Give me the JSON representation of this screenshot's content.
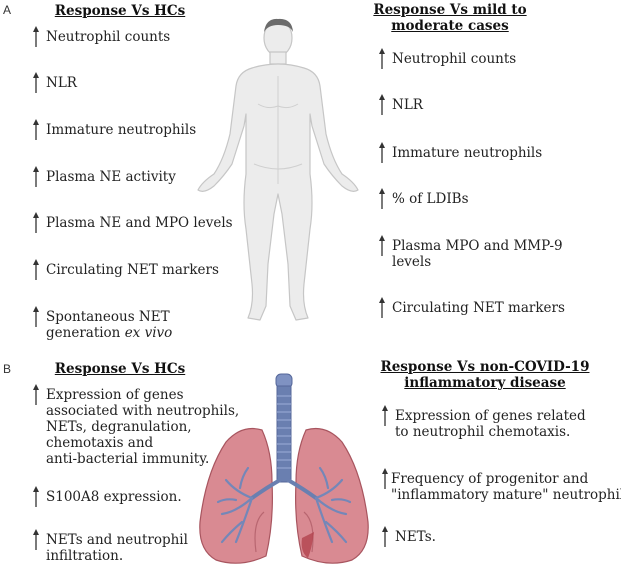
{
  "panel_a": {
    "label": "A",
    "left_heading": "Response Vs HCs",
    "left_items": [
      "Neutrophil counts",
      "NLR",
      "Immature neutrophils",
      "Plasma NE activity",
      "Plasma NE and MPO levels",
      "Circulating NET markers"
    ],
    "left_last_line1": "Spontaneous NET",
    "left_last_line2": "generation ",
    "left_last_italic": "ex vivo",
    "right_heading_line1": "Response Vs mild to",
    "right_heading_line2": "moderate cases",
    "right_items": [
      "Neutrophil counts",
      "NLR",
      "Immature neutrophils",
      "% of LDIBs"
    ],
    "right_multi": [
      "Plasma MPO and MMP-9",
      "levels"
    ],
    "right_last": "Circulating NET markers"
  },
  "panel_b": {
    "label": "B",
    "left_heading": "Response Vs HCs",
    "left_item1": [
      "Expression of genes",
      "associated with neutrophils,",
      "NETs, degranulation,",
      "chemotaxis and",
      "anti-bacterial immunity."
    ],
    "left_item2": "S100A8 expression.",
    "left_item3": [
      "NETs and neutrophil",
      "infiltration."
    ],
    "right_heading_line1": "Response Vs non-COVID-19",
    "right_heading_line2": "inflammatory disease",
    "right_item1": [
      "Expression of genes related",
      "to neutrophil chemotaxis."
    ],
    "right_item2": [
      "Frequency of progenitor and",
      "\"inflammatory mature\" neutrophils."
    ],
    "right_item3": "NETs."
  },
  "colors": {
    "arrow": "#333333",
    "body_fill": "#ececec",
    "body_stroke": "#c6c6c6",
    "lung_fill": "#d98a92",
    "lung_stroke": "#a8555f",
    "airway": "#6a7fb0"
  }
}
